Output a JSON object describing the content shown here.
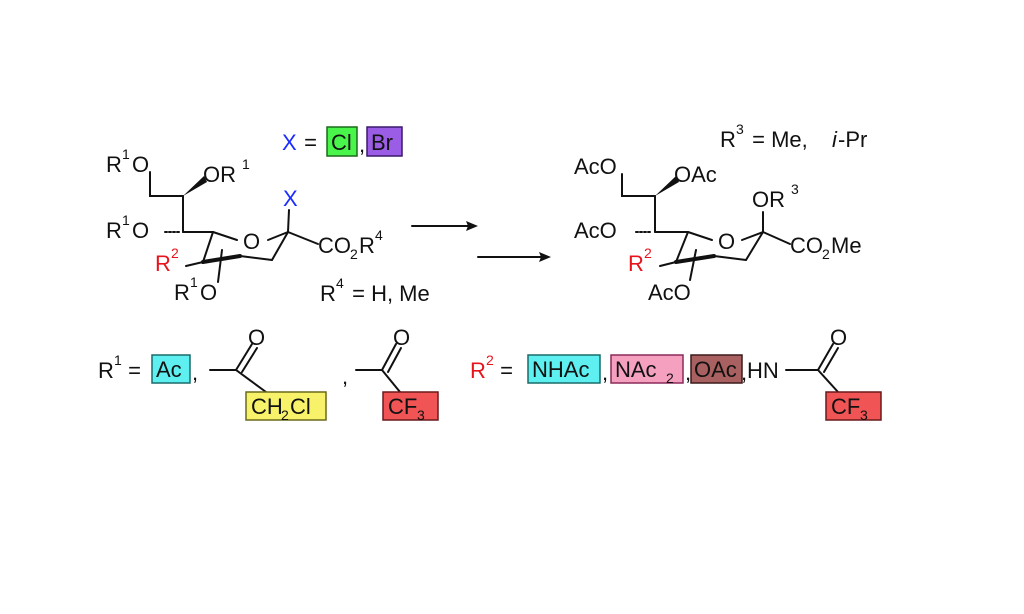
{
  "colors": {
    "x_label": "#1a2cff",
    "r2_label": "#e8141c",
    "cl_box": "#49f54a",
    "br_box": "#9b5de5",
    "ac_box": "#5ef0f0",
    "ch2cl_box": "#f7f26a",
    "cf3_box": "#f05454",
    "nhac_box": "#5ef0f0",
    "nac2_box": "#f6a0c0",
    "oac_box": "#a86060"
  },
  "scheme": {
    "x_def": {
      "x": "X",
      "eq": " = ",
      "cl": "Cl",
      "comma": ",",
      "br": "Br"
    },
    "r3_def": {
      "r": "R",
      "sup": "3",
      "rest": " = Me, ",
      "ipr": "i",
      "ipr_rest": "-Pr"
    },
    "r4_def": {
      "r": "R",
      "sup": "4",
      "rest": " = H, Me"
    },
    "left": {
      "r1o_top": "R",
      "r1o_top_sup": "1",
      "r1o_top_o": "O",
      "or1": "OR",
      "or1_sup": "1",
      "x_sub": "X",
      "r1o_mid": "R",
      "r1o_mid_sup": "1",
      "r1o_mid_o": "O",
      "ring_o": "O",
      "co2r4": "CO",
      "co2r4_sub": "2",
      "co2r4_r": "R",
      "co2r4_sup": "4",
      "r2": "R",
      "r2_sup": "2",
      "r1o_bot": "R",
      "r1o_bot_sup": "1",
      "r1o_bot_o": "O"
    },
    "right": {
      "aco_top": "AcO",
      "oac": "OAc",
      "or3": "OR",
      "or3_sup": "3",
      "aco_mid": "AcO",
      "ring_o": "O",
      "co2me": "CO",
      "co2me_sub": "2",
      "co2me_rest": "Me",
      "r2": "R",
      "r2_sup": "2",
      "aco_bot": "AcO"
    },
    "r1_def": {
      "r": "R",
      "sup": "1",
      "eq": " = ",
      "ac": "Ac",
      "comma1": ",",
      "o1": "O",
      "ch2cl_a": "CH",
      "ch2cl_sub": "2",
      "ch2cl_b": "Cl",
      "comma2": ",",
      "o2": "O",
      "cf3": "CF",
      "cf3_sub": "3"
    },
    "r2_def": {
      "r": "R",
      "sup": "2",
      "eq": " = ",
      "nhac": "NHAc",
      "comma1": ",",
      "nac2": "NAc",
      "nac2_sub": "2",
      "comma2": ",",
      "oac": "OAc",
      "comma3": ",",
      "hn": "HN",
      "o": "O",
      "cf3": "CF",
      "cf3_sub": "3"
    }
  }
}
